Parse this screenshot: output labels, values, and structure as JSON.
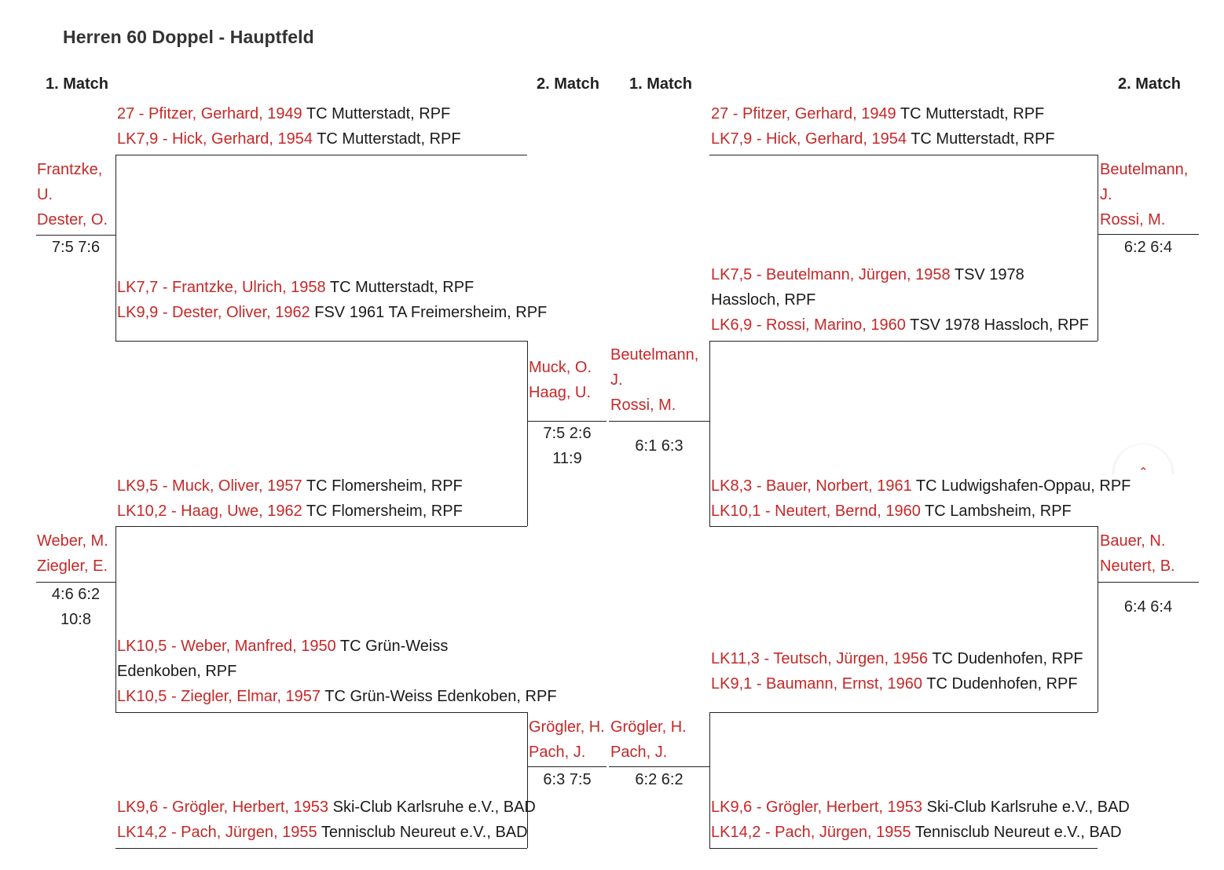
{
  "title": "Herren 60 Doppel - Hauptfeld",
  "headers": {
    "left_round1": "1. Match",
    "left_round2": "2. Match",
    "right_round1": "1. Match",
    "right_round2": "2. Match"
  },
  "left": {
    "entries": [
      {
        "p1": "27 - Pfitzer, Gerhard, 1949",
        "c1": " TC Mutterstadt, RPF",
        "p2": "LK7,9 - Hick, Gerhard, 1954",
        "c2": " TC Mutterstadt, RPF"
      },
      {
        "p1": "LK7,7 - Frantzke, Ulrich, 1958",
        "c1": " TC Mutterstadt, RPF",
        "p2": "LK9,9 - Dester, Oliver, 1962",
        "c2": " FSV 1961 TA Freimersheim, RPF"
      },
      {
        "p1": "LK9,5 - Muck, Oliver, 1957",
        "c1": " TC Flomersheim, RPF",
        "p2": "LK10,2 - Haag, Uwe, 1962",
        "c2": " TC Flomersheim, RPF"
      },
      {
        "p1": "LK10,5 - Weber, Manfred, 1950",
        "c1": " TC Grün-Weiss Edenkoben, RPF",
        "p2": "LK10,5 - Ziegler, Elmar, 1957",
        "c2": " TC Grün-Weiss Edenkoben, RPF"
      },
      {
        "p1": "LK9,6 - Grögler, Herbert, 1953",
        "c1": " Ski-Club Karlsruhe e.V., BAD",
        "p2": "LK14,2 - Pach, Jürgen, 1955",
        "c2": " Tennisclub Neureut e.V., BAD"
      }
    ],
    "r1_winners": [
      {
        "line1": "Frantzke,",
        "line2": "U.",
        "line3": "Dester, O.",
        "score1": "7:5 7:6",
        "score2": ""
      },
      {
        "line1": "Weber, M.",
        "line2": "Ziegler, E.",
        "line3": "",
        "score1": "4:6 6:2",
        "score2": "10:8"
      }
    ],
    "r2_winners": [
      {
        "line1": "Muck, O.",
        "line2": "Haag, U.",
        "score1": "7:5 2:6",
        "score2": "11:9"
      },
      {
        "line1": "Grögler, H.",
        "line2": "Pach, J.",
        "score1": "6:3 7:5",
        "score2": ""
      }
    ]
  },
  "right": {
    "entries": [
      {
        "p1": "27 - Pfitzer, Gerhard, 1949",
        "c1": " TC Mutterstadt, RPF",
        "p2": "LK7,9 - Hick, Gerhard, 1954",
        "c2": " TC Mutterstadt, RPF"
      },
      {
        "p1": "LK7,5 - Beutelmann, Jürgen, 1958",
        "c1": " TSV 1978 Hassloch, RPF",
        "p2": "LK6,9 - Rossi, Marino, 1960",
        "c2": " TSV 1978 Hassloch, RPF"
      },
      {
        "p1": "LK8,3 - Bauer, Norbert, 1961",
        "c1": " TC Ludwigshafen-Oppau, RPF",
        "p2": "LK10,1 - Neutert, Bernd, 1960",
        "c2": " TC Lambsheim, RPF"
      },
      {
        "p1": "LK11,3 - Teutsch, Jürgen, 1956",
        "c1": " TC Dudenhofen, RPF",
        "p2": "LK9,1 - Baumann, Ernst, 1960",
        "c2": " TC Dudenhofen, RPF"
      },
      {
        "p1": "LK9,6 - Grögler, Herbert, 1953",
        "c1": " Ski-Club Karlsruhe e.V., BAD",
        "p2": "LK14,2 - Pach, Jürgen, 1955",
        "c2": " Tennisclub Neureut e.V., BAD"
      }
    ],
    "r1_winners": [
      {
        "line1": "Beutelmann,",
        "line2": "J.",
        "line3": "Rossi, M.",
        "score1": "6:2 6:4"
      },
      {
        "line1": "Bauer, N.",
        "line2": "Neutert, B.",
        "line3": "",
        "score1": "6:4 6:4"
      }
    ],
    "r2_winners": [
      {
        "line1": "Beutelmann,",
        "line2": "J.",
        "line3": "Rossi, M.",
        "score1": "6:1 6:3"
      },
      {
        "line1": "Grögler, H.",
        "line2": "Pach, J.",
        "line3": "",
        "score1": "6:2 6:2"
      }
    ]
  },
  "scroll_top": {
    "icon": "chevron-up-icon",
    "glyph": "⌃"
  }
}
